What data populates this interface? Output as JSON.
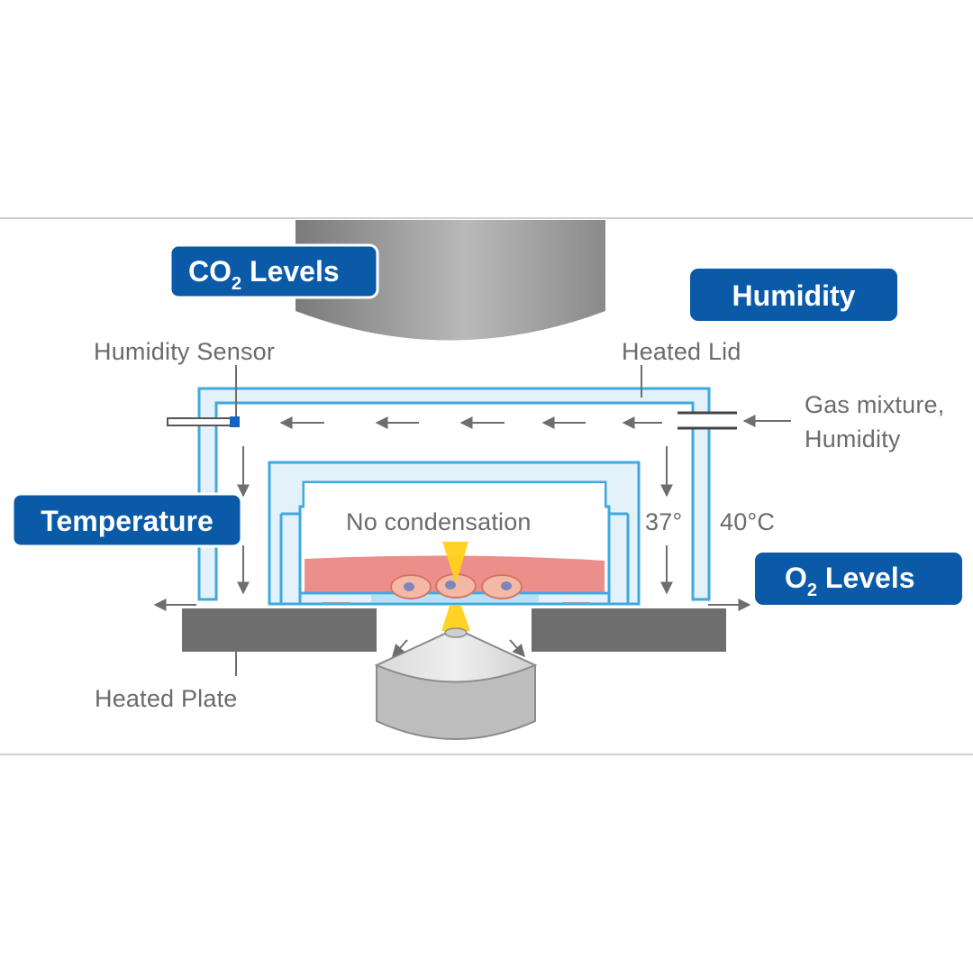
{
  "badges": {
    "co2": {
      "main": "CO",
      "sub": "2",
      "rest": " Levels"
    },
    "humidity": "Humidity",
    "temperature": "Temperature",
    "o2": {
      "main": "O",
      "sub": "2",
      "rest": " Levels"
    }
  },
  "labels": {
    "humidity_sensor": "Humidity Sensor",
    "heated_lid": "Heated Lid",
    "gas_mixture_line1": "Gas mixture,",
    "gas_mixture_line2": "Humidity",
    "no_condensation": "No condensation",
    "temp_inner": "37°",
    "temp_outer": "40°C",
    "heated_plate": "Heated Plate"
  },
  "colors": {
    "badge_blue": "#0a5aa8",
    "chamber_outline": "#3fa9de",
    "chamber_fill": "#e3f1fa",
    "media": "#ec8f8a",
    "cell": "#f3b9a6",
    "nucleus": "#7f86b8",
    "laser": "#ffd21a",
    "metal_dark": "#6e6e6e",
    "label_gray": "#6b6b6b"
  }
}
